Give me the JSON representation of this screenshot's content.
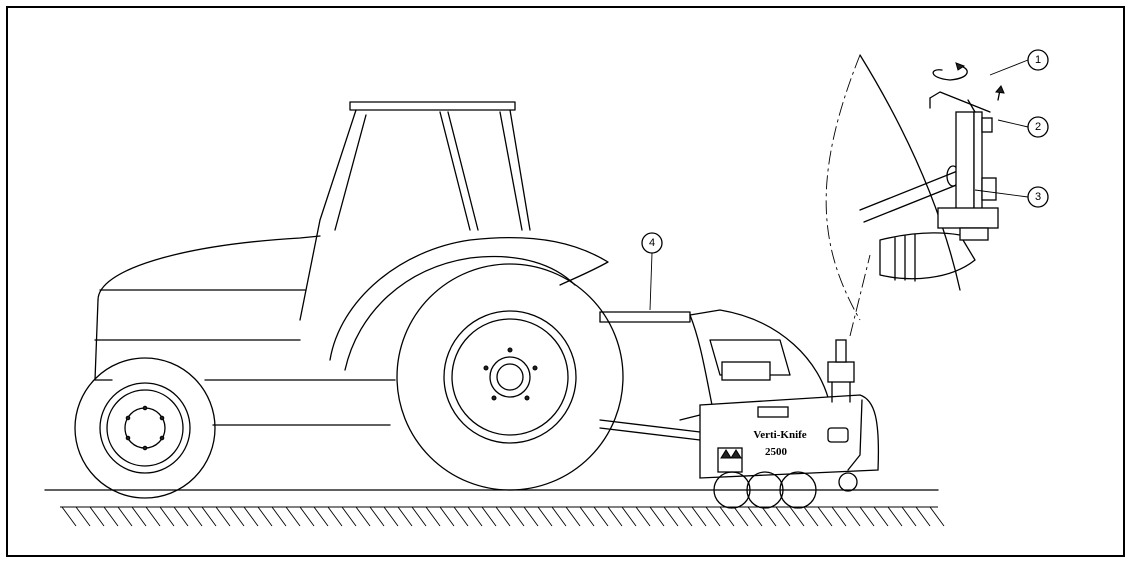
{
  "machine": {
    "brand": "Verti-Knife",
    "model": "2500"
  },
  "callouts": [
    {
      "id": "1",
      "label": "1"
    },
    {
      "id": "2",
      "label": "2"
    },
    {
      "id": "3",
      "label": "3"
    },
    {
      "id": "4",
      "label": "4"
    }
  ]
}
